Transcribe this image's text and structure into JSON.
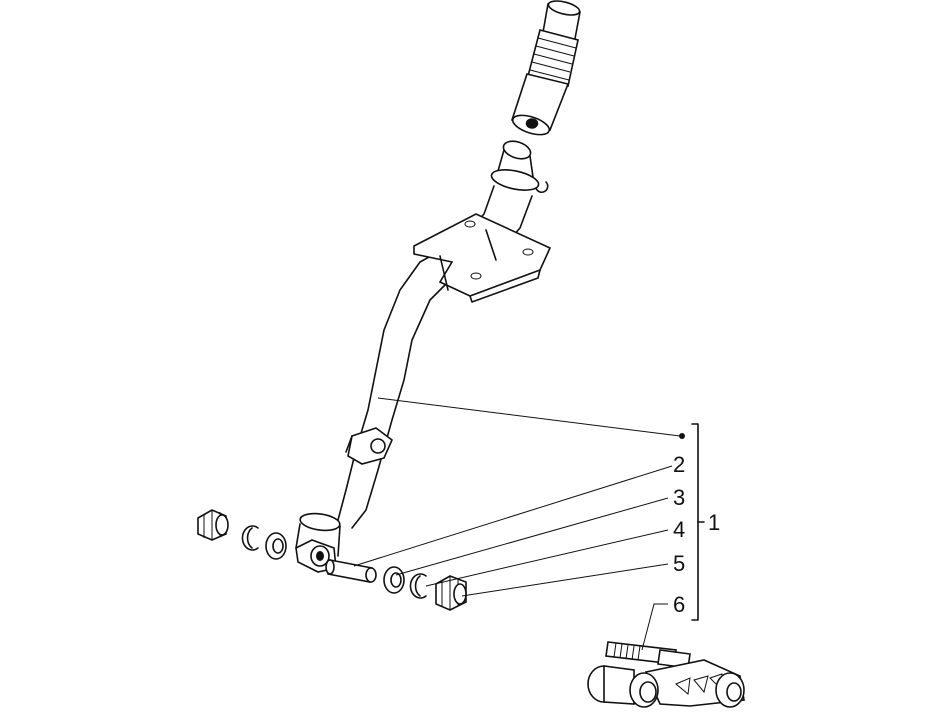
{
  "callouts": {
    "group": "1",
    "c2": "2",
    "c3": "3",
    "c4": "4",
    "c5": "5",
    "c6": "6"
  }
}
